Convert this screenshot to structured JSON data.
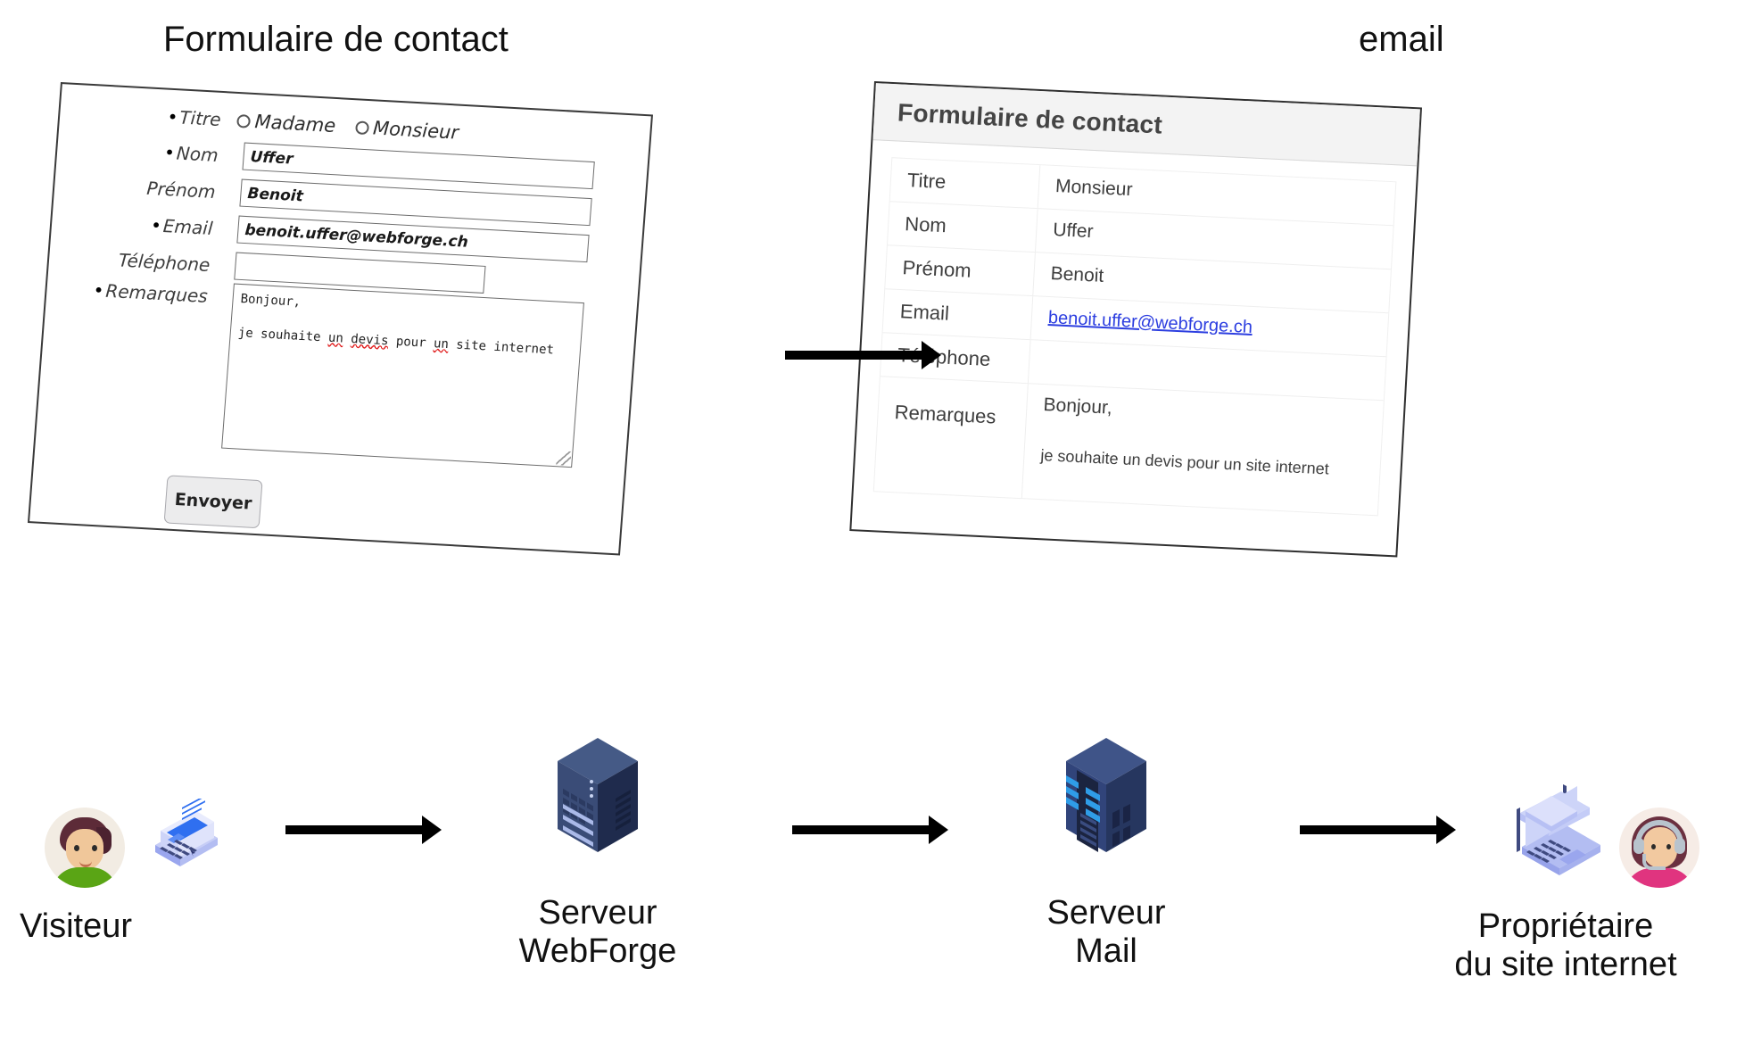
{
  "captions": {
    "form": "Formulaire de contact",
    "email": "email"
  },
  "form_panel": {
    "required_marker": "•",
    "rows": {
      "titre": {
        "label": "Titre",
        "required": true,
        "options": [
          "Madame",
          "Monsieur"
        ],
        "selected": ""
      },
      "nom": {
        "label": "Nom",
        "required": true,
        "value": "Uffer",
        "placeholder": ""
      },
      "prenom": {
        "label": "Prénom",
        "required": false,
        "value": "Benoit",
        "placeholder": ""
      },
      "email": {
        "label": "Email",
        "required": true,
        "value": "benoit.uffer@webforge.ch",
        "placeholder": ""
      },
      "telephone": {
        "label": "Téléphone",
        "required": false,
        "value": "",
        "placeholder": ""
      },
      "remarques": {
        "label": "Remarques",
        "required": true,
        "line1": "Bonjour,",
        "line2_a": "je souhaite ",
        "line2_misspelled_1": "un",
        "line2_b": " ",
        "line2_misspelled_2": "devis",
        "line2_c": " pour ",
        "line2_misspelled_3": "un",
        "line2_d": " site internet"
      }
    },
    "submit_label": "Envoyer"
  },
  "email_panel": {
    "header_title": "Formulaire de contact",
    "table": [
      {
        "key": "Titre",
        "value": "Monsieur",
        "is_link": false
      },
      {
        "key": "Nom",
        "value": "Uffer",
        "is_link": false
      },
      {
        "key": "Prénom",
        "value": "Benoit",
        "is_link": false
      },
      {
        "key": "Email",
        "value": "benoit.uffer@webforge.ch",
        "is_link": true
      },
      {
        "key": "Téléphone",
        "value": "",
        "is_link": false
      },
      {
        "key": "Remarques",
        "value_line1": "Bonjour,",
        "value_line2": "je souhaite un devis pour un site internet",
        "is_link": false
      }
    ]
  },
  "actors": [
    {
      "id": "visiteur",
      "label_line1": "Visiteur",
      "label_line2": "",
      "icon": "user-avatar-laptop-icon"
    },
    {
      "id": "serveur-webforge",
      "label_line1": "Serveur",
      "label_line2": "WebForge",
      "icon": "server-tower-icon"
    },
    {
      "id": "serveur-mail",
      "label_line1": "Serveur",
      "label_line2": "Mail",
      "icon": "mail-server-tower-icon"
    },
    {
      "id": "proprietaire",
      "label_line1": "Propriétaire",
      "label_line2": "du site internet",
      "icon": "laptop-envelope-support-agent-icon"
    }
  ],
  "colors": {
    "server_front": "#3a4c77",
    "server_side": "#1f2b4d",
    "server_top": "#455a86",
    "mail_stripe": "#2f9de8",
    "laptop": "#a9b4ef",
    "laptop_screen": "#2f6ff0",
    "avatar_shirt": "#5aa515",
    "owner_shirt": "#e0347f",
    "link": "#2c3ee0",
    "spellcheck": "#e01b1b",
    "panel_border": "#3a3a3a",
    "email_header_bg": "#f3f3f3"
  }
}
